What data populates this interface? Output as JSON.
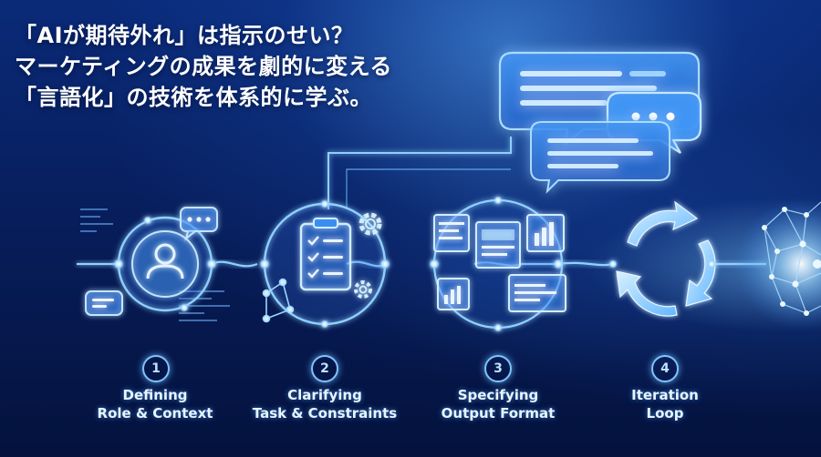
{
  "headline": {
    "line1": "「AIが期待外れ」は指示のせい？",
    "line2": "マーケティングの成果を劇的に変える",
    "line3": "「言語化」の技術を体系的に学ぶ。"
  },
  "steps": [
    {
      "number": "1",
      "title": "Defining",
      "subtitle": "Role & Context",
      "icon": "person-icon"
    },
    {
      "number": "2",
      "title": "Clarifying",
      "subtitle": "Task & Constraints",
      "icon": "clipboard-checklist-icon"
    },
    {
      "number": "3",
      "title": "Specifying",
      "subtitle": "Output Format",
      "icon": "dashboard-layout-icon"
    },
    {
      "number": "4",
      "title": "Iteration",
      "subtitle": "Loop",
      "icon": "cycle-arrows-icon"
    }
  ],
  "colors": {
    "background": "#071c57",
    "glow": "#6cc0ff",
    "text": "#ffffff"
  }
}
